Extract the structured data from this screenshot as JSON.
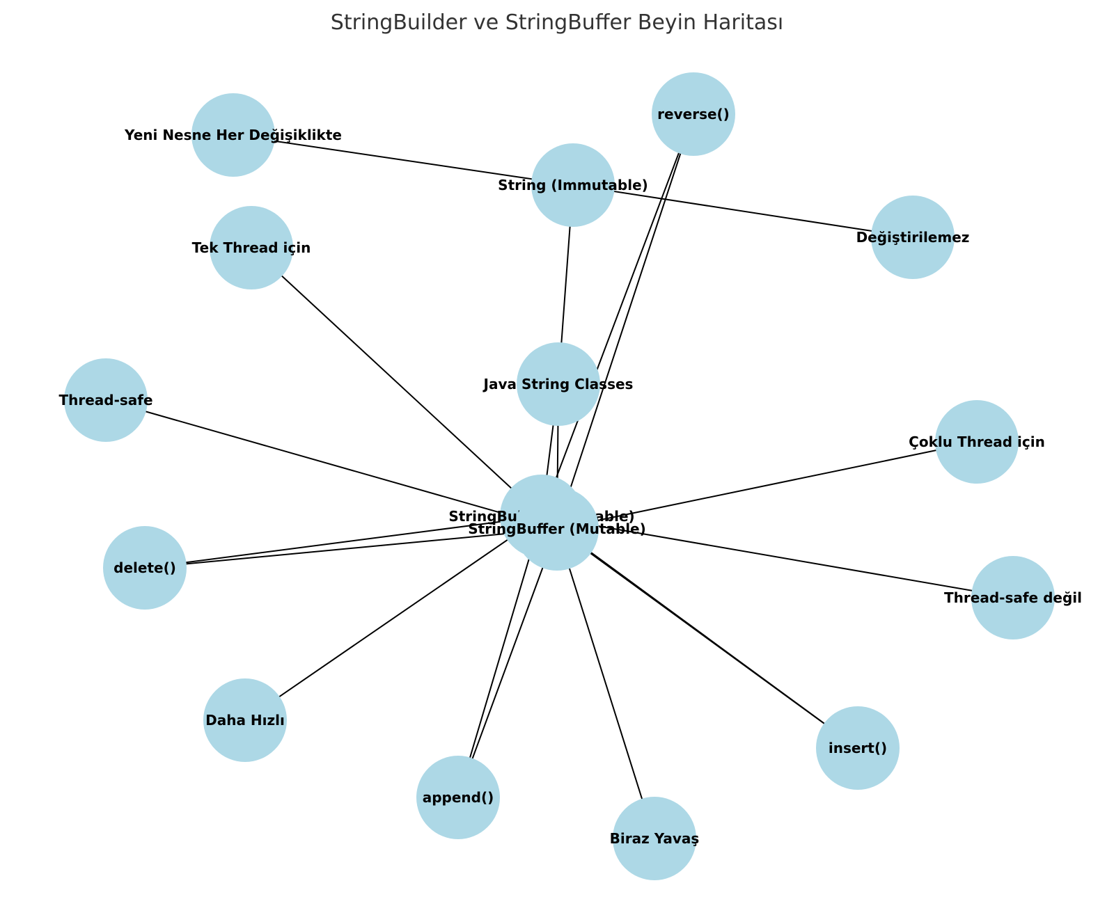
{
  "title": "StringBuilder ve StringBuffer Beyin Haritası",
  "colors": {
    "node_fill": "#add8e6",
    "edge": "#000000",
    "label": "#000000",
    "title": "#333333"
  },
  "nodes": [
    {
      "id": "java",
      "label": "Java String Classes"
    },
    {
      "id": "string",
      "label": "String (Immutable)"
    },
    {
      "id": "sb",
      "label": "StringBuilder (Mutable)"
    },
    {
      "id": "sbuf",
      "label": "StringBuffer (Mutable)"
    },
    {
      "id": "yeni",
      "label": "Yeni Nesne Her Değişiklikte"
    },
    {
      "id": "degis",
      "label": "Değiştirilemez"
    },
    {
      "id": "reverse",
      "label": "reverse()"
    },
    {
      "id": "tek",
      "label": "Tek Thread için"
    },
    {
      "id": "tsafe",
      "label": "Thread-safe"
    },
    {
      "id": "coklu",
      "label": "Çoklu Thread için"
    },
    {
      "id": "delete",
      "label": "delete()"
    },
    {
      "id": "tsdegil",
      "label": "Thread-safe değil"
    },
    {
      "id": "hizli",
      "label": "Daha Hızlı"
    },
    {
      "id": "insert",
      "label": "insert()"
    },
    {
      "id": "append",
      "label": "append()"
    },
    {
      "id": "yavas",
      "label": "Biraz Yavaş"
    }
  ],
  "edges": [
    [
      "java",
      "string"
    ],
    [
      "java",
      "sb"
    ],
    [
      "java",
      "sbuf"
    ],
    [
      "string",
      "yeni"
    ],
    [
      "string",
      "degis"
    ],
    [
      "sb",
      "tek"
    ],
    [
      "sb",
      "tsdegil"
    ],
    [
      "sb",
      "hizli"
    ],
    [
      "sb",
      "append"
    ],
    [
      "sb",
      "insert"
    ],
    [
      "sb",
      "delete"
    ],
    [
      "sb",
      "reverse"
    ],
    [
      "sbuf",
      "tsafe"
    ],
    [
      "sbuf",
      "coklu"
    ],
    [
      "sbuf",
      "yavas"
    ],
    [
      "sbuf",
      "append"
    ],
    [
      "sbuf",
      "insert"
    ],
    [
      "sbuf",
      "delete"
    ],
    [
      "sbuf",
      "reverse"
    ]
  ]
}
